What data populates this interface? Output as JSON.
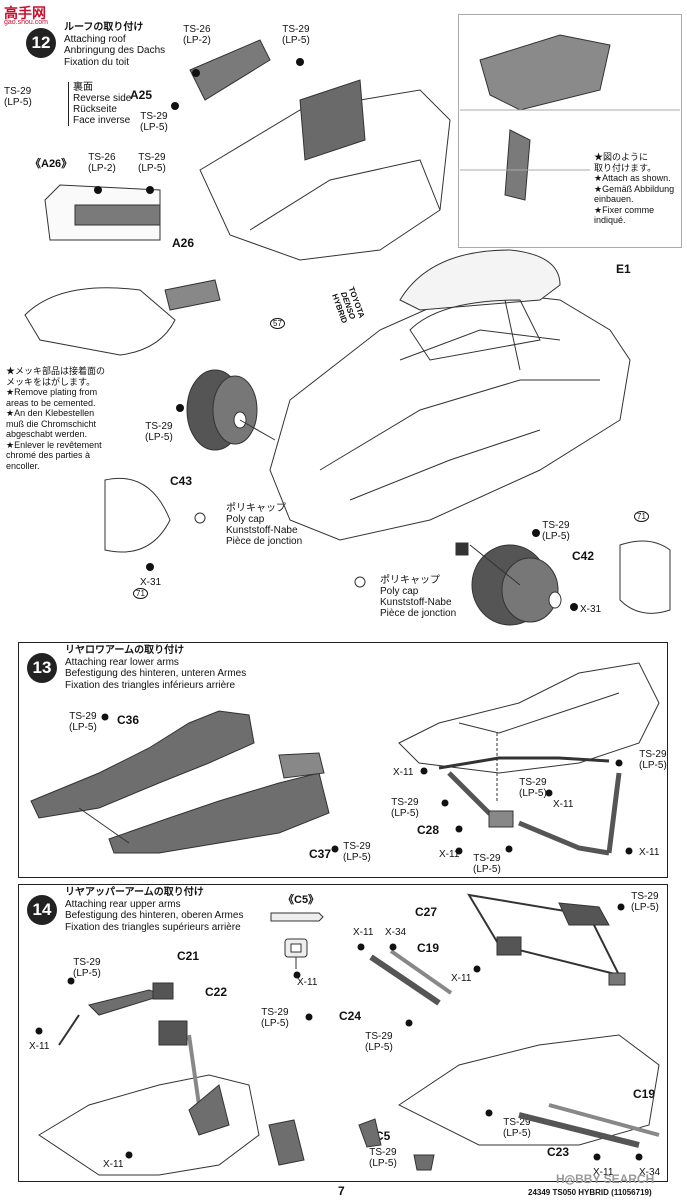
{
  "watermark": {
    "logo": "高手网",
    "sub": "gao.shou.com"
  },
  "step12": {
    "num": "12",
    "title_jp": "ルーフの取り付け",
    "title_en": "Attaching roof",
    "title_de": "Anbringung des Dachs",
    "title_fr": "Fixation du toit",
    "reverse_side": {
      "paint": "TS-29",
      "code": "(LP-5)",
      "jp": "裏面",
      "en": "Reverse side",
      "de": "Rückseite",
      "fr": "Face inverse"
    },
    "parts": {
      "a25": "A25",
      "a26": "A26",
      "a26_box": "《A26》",
      "e1": "E1",
      "c43": "C43",
      "c42": "C42",
      "x31": "X-31",
      "n57": "57",
      "n71": "71"
    },
    "paint": {
      "ts26": "TS-26",
      "lp2": "(LP-2)",
      "ts29": "TS-29",
      "lp5": "(LP-5)"
    },
    "attach_note": [
      "★図のように",
      "取り付けます。",
      "★Attach as shown.",
      "★Gemäß Abbildung",
      "einbauen.",
      "★Fixer comme",
      "indiqué."
    ],
    "plating_note": [
      "★メッキ部品は接着面の",
      "メッキをはがします。",
      "★Remove plating from",
      "areas to be cemented.",
      "★An den Klebestellen",
      "muß die Chromschicht",
      "abgeschabt werden.",
      "★Enlever le revêtement",
      "chromé des parties à",
      "encoller."
    ],
    "polycap": [
      "ポリキャップ",
      "Poly cap",
      "Kunststoff-Nabe",
      "Pièce de jonction"
    ],
    "decal_text": [
      "TOYOTA",
      "DENSO",
      "HYBRID"
    ]
  },
  "step13": {
    "num": "13",
    "title_jp": "リヤロワアームの取り付け",
    "title_en": "Attaching rear lower arms",
    "title_de": "Befestigung des hinteren, unteren Armes",
    "title_fr": "Fixation des triangles inférieurs arrière",
    "parts": {
      "c36": "C36",
      "c37": "C37",
      "c28": "C28",
      "x11": "X-11"
    }
  },
  "step14": {
    "num": "14",
    "title_jp": "リヤアッパーアームの取り付け",
    "title_en": "Attaching rear upper arms",
    "title_de": "Befestigung des hinteren, oberen Armes",
    "title_fr": "Fixation des triangles supérieurs arrière",
    "parts": {
      "c5_box": "《C5》",
      "c5": "C5",
      "c21": "C21",
      "c22": "C22",
      "c27": "C27",
      "c19": "C19",
      "c24": "C24",
      "c23": "C23",
      "x11": "X-11",
      "x34": "X-34"
    }
  },
  "footer": {
    "page": "7",
    "code": "24349 TS050 HYBRID (11056719)",
    "brand": "H◎BBY SEARCH"
  }
}
